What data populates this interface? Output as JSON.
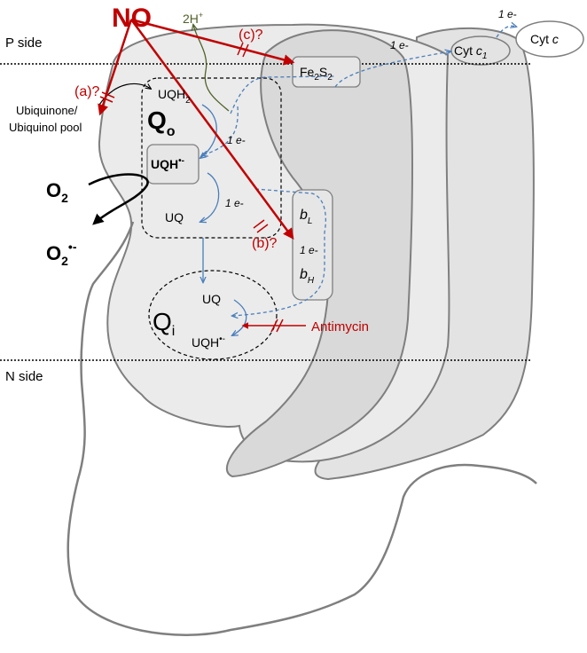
{
  "labels": {
    "no": "NO",
    "two_h": "2H",
    "two_h_sup": "+",
    "c_q": "(c)?",
    "a_q": "(a)?",
    "b_q": "(b)?",
    "one_e": "1 e-",
    "p_side": "P side",
    "n_side": "N side",
    "ubiquinone_line1": "Ubiquinone/",
    "ubiquinone_line2": "Ubiquinol pool",
    "uqh2": "UQH",
    "uqh2_sub": "2",
    "q": "Q",
    "q_o_sub": "o",
    "q_i_sub": "i",
    "uqh_radical": "UQH",
    "radical_sup": "•-",
    "uq": "UQ",
    "o2": "O",
    "o2_sub": "2",
    "superoxide_sup": "•-",
    "fe2s2_a": "Fe",
    "fe2s2_sub1": "2",
    "fe2s2_b": "S",
    "fe2s2_sub2": "2",
    "cyt": "Cyt ",
    "c": "c",
    "c1_sub": "1",
    "b": "b",
    "b_l_sub": "L",
    "b_h_sub": "H",
    "antimycin": "Antimycin"
  },
  "colors": {
    "red": "#c00000",
    "blue": "#4a7ebb",
    "olive": "#4f6228",
    "outline": "#7f7f7f",
    "fill_light": "#ebebeb",
    "fill_dark": "#d9d9d9",
    "fill_mid": "#e3e3e3"
  }
}
